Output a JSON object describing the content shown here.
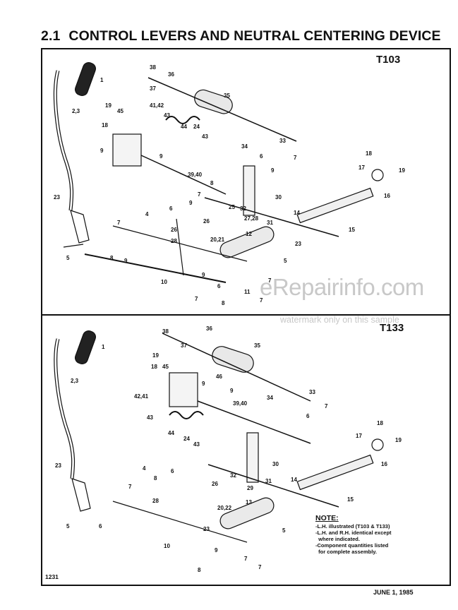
{
  "header": {
    "section_number": "2.1",
    "title": "CONTROL LEVERS AND NEUTRAL CENTERING DEVICE"
  },
  "panels": [
    {
      "model": "T103",
      "labels": [
        "38",
        "36",
        "37",
        "35",
        "1",
        "2,3",
        "41,42",
        "19",
        "45",
        "43",
        "18",
        "44",
        "24",
        "43",
        "9",
        "9",
        "33",
        "34",
        "6",
        "7",
        "9",
        "18",
        "17",
        "19",
        "16",
        "39,40",
        "8",
        "7",
        "30",
        "9",
        "25",
        "32",
        "27,28",
        "31",
        "14",
        "15",
        "26",
        "23",
        "4",
        "6",
        "7",
        "5",
        "8",
        "9",
        "28",
        "26",
        "20,21",
        "12",
        "23",
        "5",
        "10",
        "9",
        "6",
        "11",
        "7",
        "8",
        "7",
        "7"
      ]
    },
    {
      "model": "T133",
      "labels": [
        "38",
        "36",
        "37",
        "35",
        "1",
        "19",
        "45",
        "46",
        "2,3",
        "18",
        "9",
        "9",
        "33",
        "34",
        "42,41",
        "39,40",
        "6",
        "43",
        "7",
        "44",
        "24",
        "43",
        "18",
        "17",
        "19",
        "16",
        "30",
        "32",
        "26",
        "31",
        "29",
        "14",
        "15",
        "23",
        "4",
        "6",
        "7",
        "8",
        "5",
        "6",
        "28",
        "20,22",
        "13",
        "23",
        "5",
        "10",
        "9",
        "7",
        "7",
        "8"
      ]
    }
  ],
  "note": {
    "title": "NOTE:",
    "lines": [
      "-L.H. illustrated (T103 & T133)",
      "-L.H. and R.H. identical except",
      "  where indicated.",
      "-Component quantities listed",
      "  for complete assembly."
    ]
  },
  "figure_number": "1231",
  "date": "JUNE 1, 1985",
  "watermark": {
    "site": "eRepairinfo.com",
    "sample": "watermark only on this sample"
  }
}
